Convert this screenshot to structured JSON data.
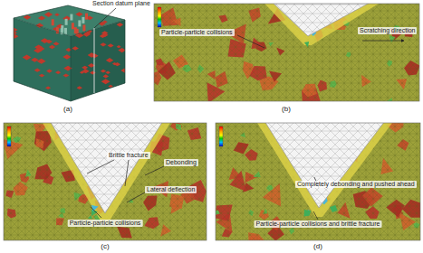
{
  "diagram": {
    "labels": [
      "Section datum plane",
      "Scratching direction",
      "Particle-particle collisions",
      "(a)",
      "(b)",
      "Brittle fracture",
      "Debonding",
      "Lateral deflection",
      "Particle-particle collisions",
      "(c)",
      "Completely debonding and pushed ahead",
      "Particle-particle collisions and brittle fracture",
      "(d)"
    ]
  }
}
